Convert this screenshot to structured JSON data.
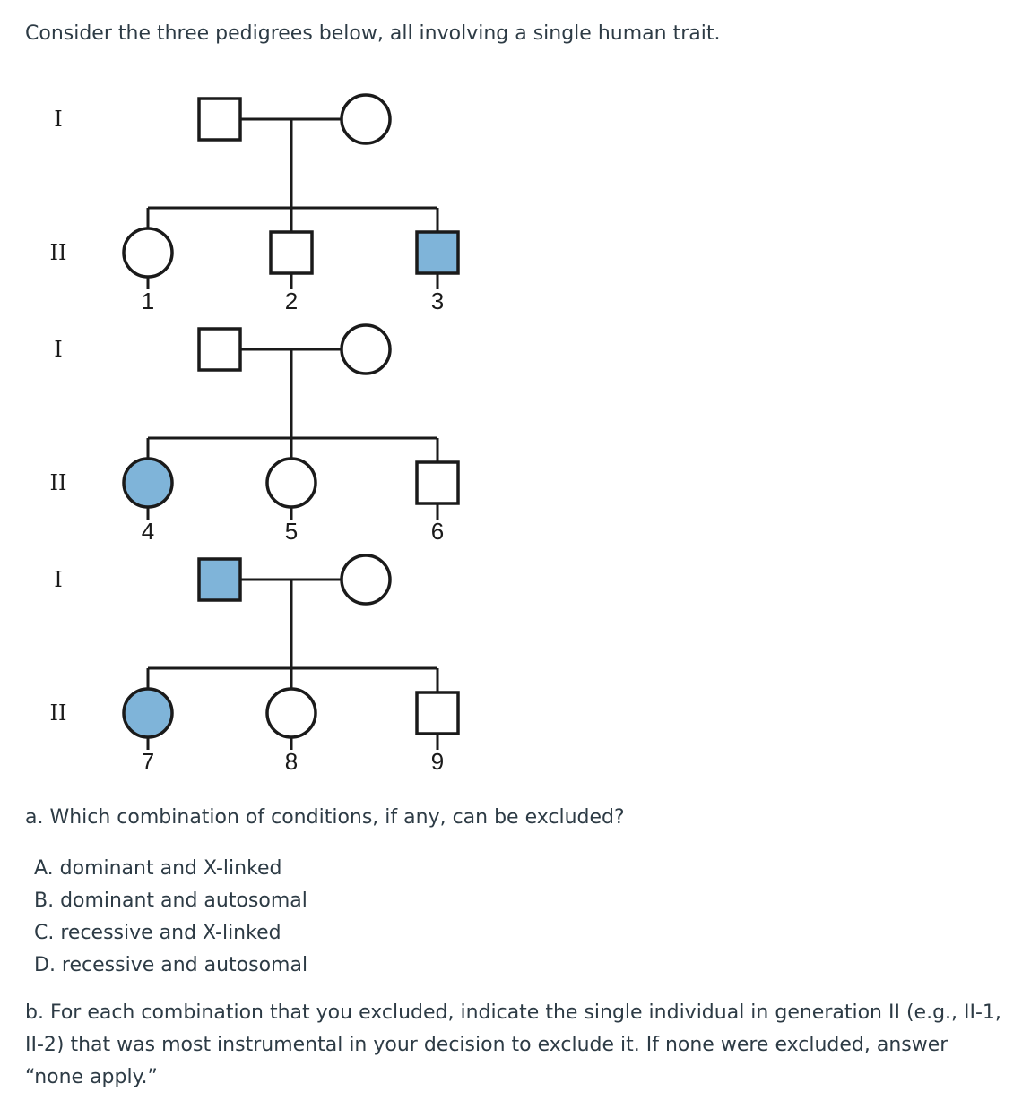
{
  "intro": "Consider the three pedigrees below, all involving a single human trait.",
  "colors": {
    "affected": "#7fb4d9",
    "unaffected": "#ffffff",
    "stroke": "#1a1a1a"
  },
  "pedigrees": [
    {
      "gen1_label": "I",
      "gen2_label": "II",
      "parents": [
        {
          "sex": "male",
          "affected": false
        },
        {
          "sex": "female",
          "affected": false
        }
      ],
      "children": [
        {
          "id": "1",
          "sex": "female",
          "affected": false
        },
        {
          "id": "2",
          "sex": "male",
          "affected": false
        },
        {
          "id": "3",
          "sex": "male",
          "affected": true
        }
      ]
    },
    {
      "gen1_label": "I",
      "gen2_label": "II",
      "parents": [
        {
          "sex": "male",
          "affected": false
        },
        {
          "sex": "female",
          "affected": false
        }
      ],
      "children": [
        {
          "id": "4",
          "sex": "female",
          "affected": true
        },
        {
          "id": "5",
          "sex": "female",
          "affected": false
        },
        {
          "id": "6",
          "sex": "male",
          "affected": false
        }
      ]
    },
    {
      "gen1_label": "I",
      "gen2_label": "II",
      "parents": [
        {
          "sex": "male",
          "affected": true
        },
        {
          "sex": "female",
          "affected": false
        }
      ],
      "children": [
        {
          "id": "7",
          "sex": "female",
          "affected": true
        },
        {
          "id": "8",
          "sex": "female",
          "affected": false
        },
        {
          "id": "9",
          "sex": "male",
          "affected": false
        }
      ]
    }
  ],
  "question_a": "a. Which combination of conditions, if any, can be excluded?",
  "options": [
    "A. dominant and X-linked",
    "B. dominant and autosomal",
    "C. recessive and X-linked",
    "D. recessive and autosomal"
  ],
  "question_b": "b. For each combination that you excluded, indicate the single individual in generation II (e.g., II-1, II-2) that was most instrumental in your decision to exclude it. If none were excluded, answer “none apply.”"
}
